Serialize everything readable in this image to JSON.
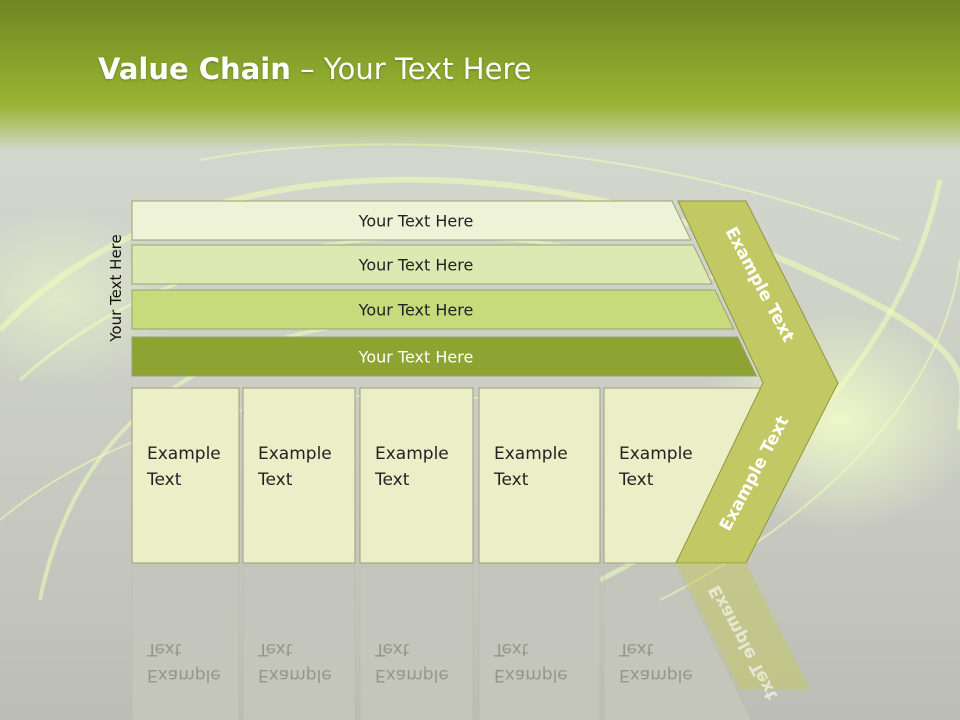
{
  "header": {
    "title_bold": "Value Chain",
    "title_rest": " – Your Text Here"
  },
  "side_label": "Your Text Here",
  "support_activities": [
    {
      "label": "Your Text Here",
      "fill": "#eef3d8"
    },
    {
      "label": "Your Text Here",
      "fill": "#dde8b2"
    },
    {
      "label": "Your Text Here",
      "fill": "#c8da7c"
    },
    {
      "label": "Your Text Here",
      "fill": "#8ea332"
    }
  ],
  "primary_activities": [
    {
      "line1": "Example",
      "line2": "Text"
    },
    {
      "line1": "Example",
      "line2": "Text"
    },
    {
      "line1": "Example",
      "line2": "Text"
    },
    {
      "line1": "Example",
      "line2": "Text"
    },
    {
      "line1": "Example",
      "line2": "Text"
    }
  ],
  "margin": {
    "upper_label": "Example Text",
    "lower_label": "Example Text",
    "fill": "#c2c964"
  },
  "colors": {
    "header": "#8aa52c",
    "box_fill": "#eceec8",
    "box_border": "#9aa07a"
  }
}
